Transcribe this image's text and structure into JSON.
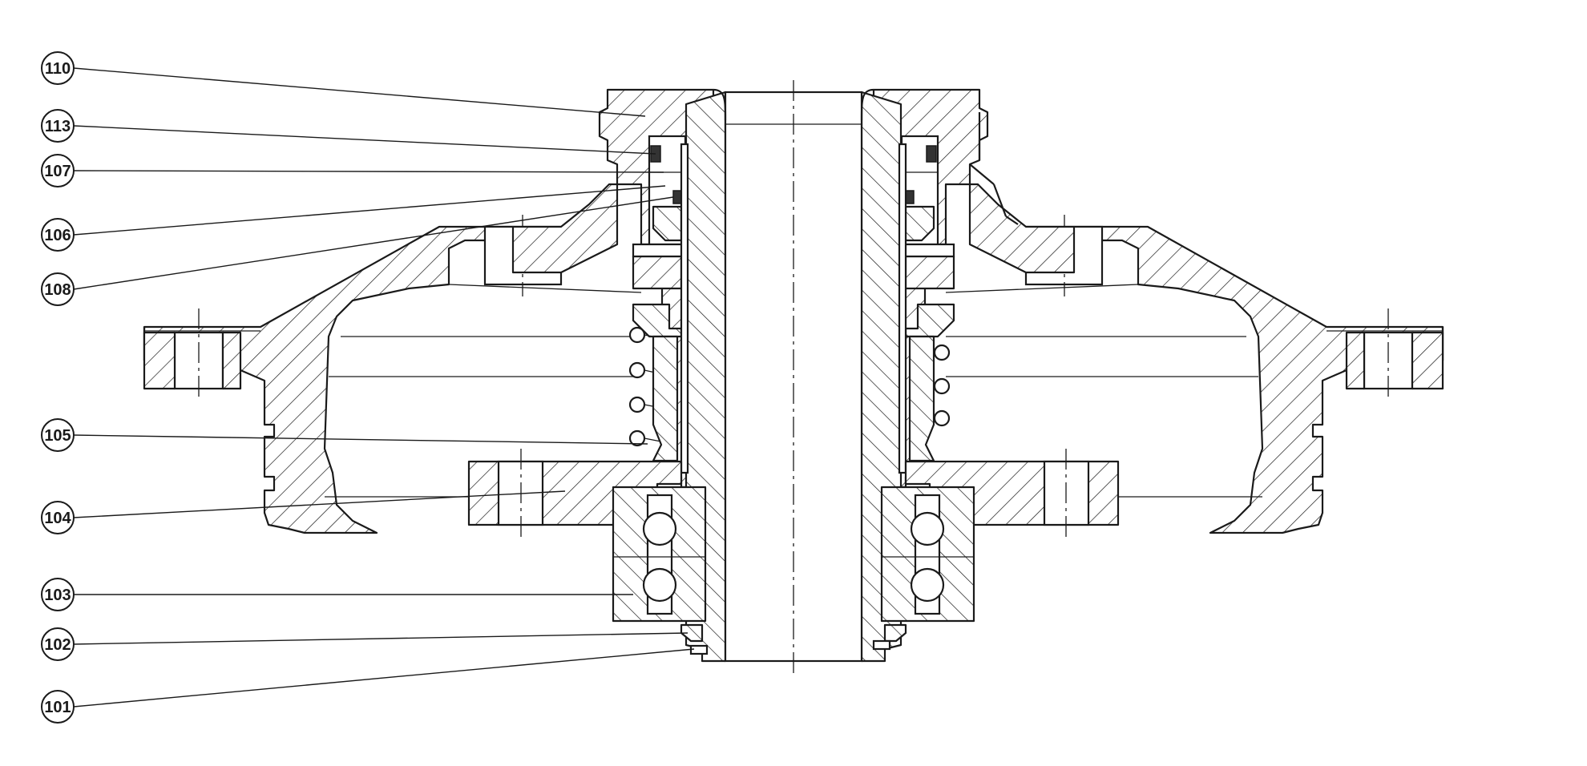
{
  "callouts": [
    {
      "id": "c110",
      "label": "110"
    },
    {
      "id": "c113",
      "label": "113"
    },
    {
      "id": "c107",
      "label": "107"
    },
    {
      "id": "c106",
      "label": "106"
    },
    {
      "id": "c108",
      "label": "108"
    },
    {
      "id": "c105",
      "label": "105"
    },
    {
      "id": "c104",
      "label": "104"
    },
    {
      "id": "c103",
      "label": "103"
    },
    {
      "id": "c102",
      "label": "102"
    },
    {
      "id": "c101",
      "label": "101"
    }
  ],
  "colors": {
    "ink": "#1a1a1a",
    "paper": "#ffffff"
  }
}
